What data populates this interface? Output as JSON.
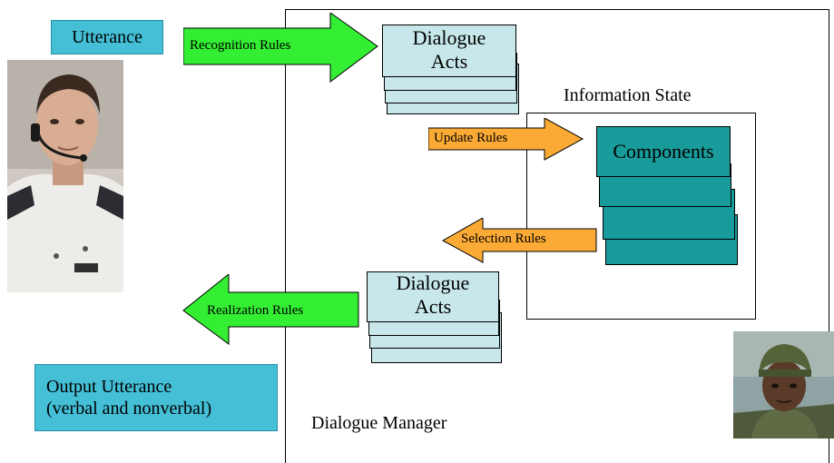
{
  "utterance": {
    "label": "Utterance"
  },
  "output_utterance": {
    "line1": "Output Utterance",
    "line2": "(verbal and nonverbal)"
  },
  "dialogue_manager": {
    "label": "Dialogue Manager"
  },
  "information_state": {
    "label": "Information State",
    "components_label": "Components"
  },
  "dialogue_acts_top": {
    "line1": "Dialogue",
    "line2": "Acts"
  },
  "dialogue_acts_bottom": {
    "line1": "Dialogue",
    "line2": "Acts"
  },
  "arrows": {
    "recognition": "Recognition Rules",
    "update": "Update Rules",
    "selection": "Selection Rules",
    "realization": "Realization Rules"
  },
  "colors": {
    "green_arrow": "#33ee33",
    "orange_arrow": "#fbaa35",
    "cyan_box": "#44bfd6",
    "light_card": "#c7e7ea",
    "teal_card": "#1a9b9b"
  }
}
